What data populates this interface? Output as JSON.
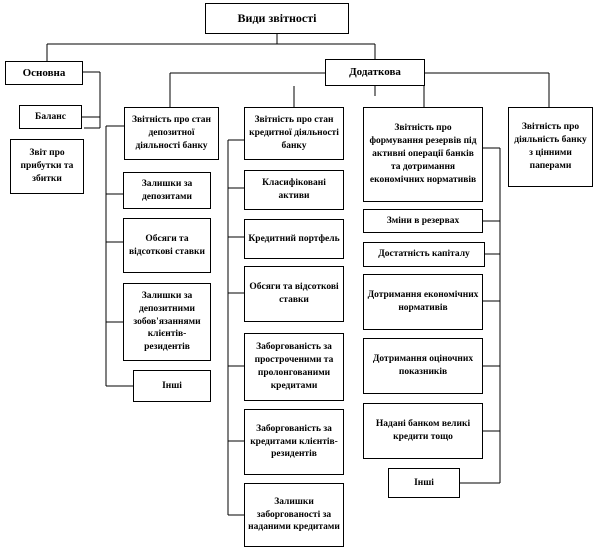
{
  "title": "Види звітності",
  "main_label": "Основна",
  "additional_label": "Додаткова",
  "main_items": [
    "Баланс",
    "Звіт про прибутки та збитки"
  ],
  "deposit_group": {
    "header": "Звітність про стан депозитної діяльності банку",
    "items": [
      "Залишки за депозитами",
      "Обсяги та відсоткові ставки",
      "Залишки за депозитними зобов'язаннями клієнтів-резидентів",
      "Інші"
    ]
  },
  "credit_group": {
    "header": "Звітність про стан кредитної діяльності банку",
    "items": [
      "Класифіковані активи",
      "Кредитний портфель",
      "Обсяги та відсоткові ставки",
      "Заборгованість за простроченими та пролонгованими кредитами",
      "Заборгованість за кредитами клієнтів-резидентів",
      "Залишки заборгованості за наданими кредитами"
    ]
  },
  "reserves_group": {
    "header": "Звітність про формування резервів під активні операції банків та дотримання економічних нормативів",
    "items": [
      "Зміни в резервах",
      "Достатність капіталу",
      "Дотримання економічних нормативів",
      "Дотримання оціночних показників",
      "Надані банком великі кредити тощо",
      "Інші"
    ]
  },
  "securities_group": {
    "header": "Звітність про діяльність банку з цінними паперами"
  }
}
